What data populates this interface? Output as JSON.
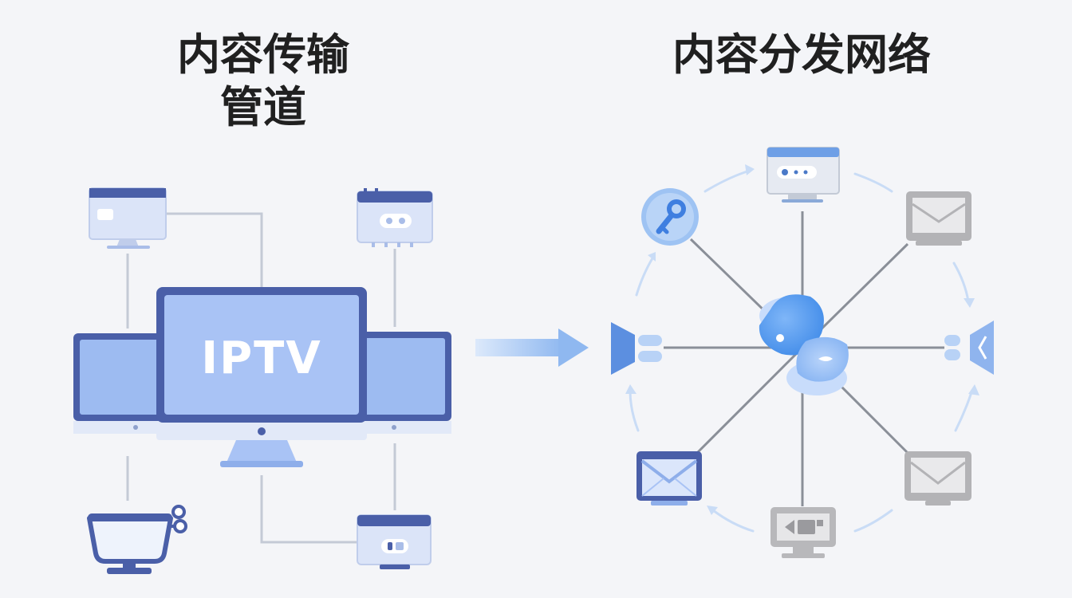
{
  "left_panel": {
    "title_line1": "内容传输",
    "title_line2": "管道",
    "monitor_label": "IPTV"
  },
  "right_panel": {
    "title": "内容分发网络"
  },
  "colors": {
    "background": "#f4f5f8",
    "primary_blue": "#4a5fa8",
    "light_blue": "#a9c3f5",
    "pale_blue": "#dbe6fb",
    "connector_gray": "#b8bcc6",
    "device_gray": "#b3b3b6",
    "arrow_blue": "#8fb8f0"
  },
  "icons": {
    "left": [
      "browser-window-icon",
      "router-icon",
      "set-top-box-icon",
      "teacup-monitor-icon"
    ],
    "right_hub": "cdn-hub-icon",
    "right_nodes": [
      "browser-window-icon",
      "mail-monitor-icon",
      "speaker-icon",
      "mail-monitor-icon",
      "camera-monitor-icon",
      "mail-monitor-icon",
      "speaker-icon",
      "key-icon"
    ]
  }
}
